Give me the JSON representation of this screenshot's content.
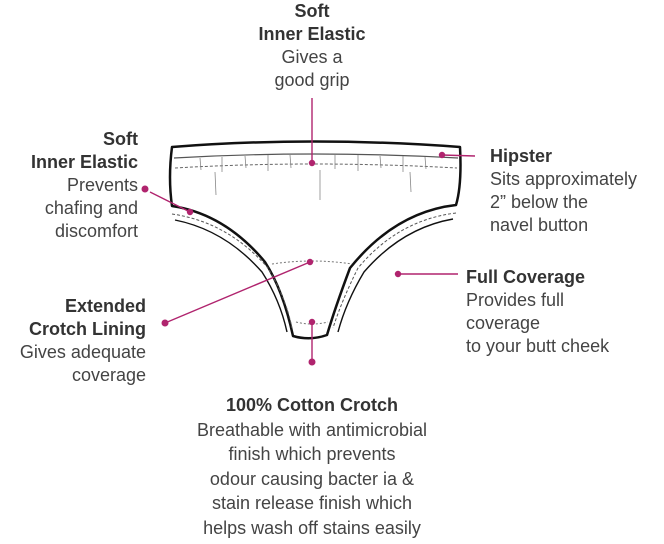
{
  "colors": {
    "accent": "#b0246e",
    "outline": "#111111",
    "text": "#333333"
  },
  "callouts": {
    "top_elastic": {
      "title_lines": [
        "Soft",
        "Inner Elastic"
      ],
      "desc_lines": [
        "Gives a",
        "good grip"
      ]
    },
    "left_elastic": {
      "title_lines": [
        "Soft",
        "Inner Elastic"
      ],
      "desc_lines": [
        "Prevents",
        "chafing and",
        "discomfort"
      ]
    },
    "hipster": {
      "title_lines": [
        "Hipster"
      ],
      "desc_lines": [
        "Sits approximately",
        "2” below the",
        "navel button"
      ]
    },
    "full_coverage": {
      "title_lines": [
        "Full Coverage"
      ],
      "desc_lines": [
        "Provides full",
        "coverage",
        "to your butt cheek"
      ]
    },
    "crotch_lining": {
      "title_lines": [
        "Extended",
        "Crotch Lining"
      ],
      "desc_lines": [
        "Gives adequate",
        "coverage"
      ]
    },
    "cotton_crotch": {
      "title_lines": [
        "100% Cotton Crotch"
      ],
      "desc_lines": [
        "Breathable with antimicrobial",
        "finish which prevents",
        "odour causing bacter ia &",
        "stain release finish which",
        "helps wash off stains easily"
      ]
    }
  }
}
